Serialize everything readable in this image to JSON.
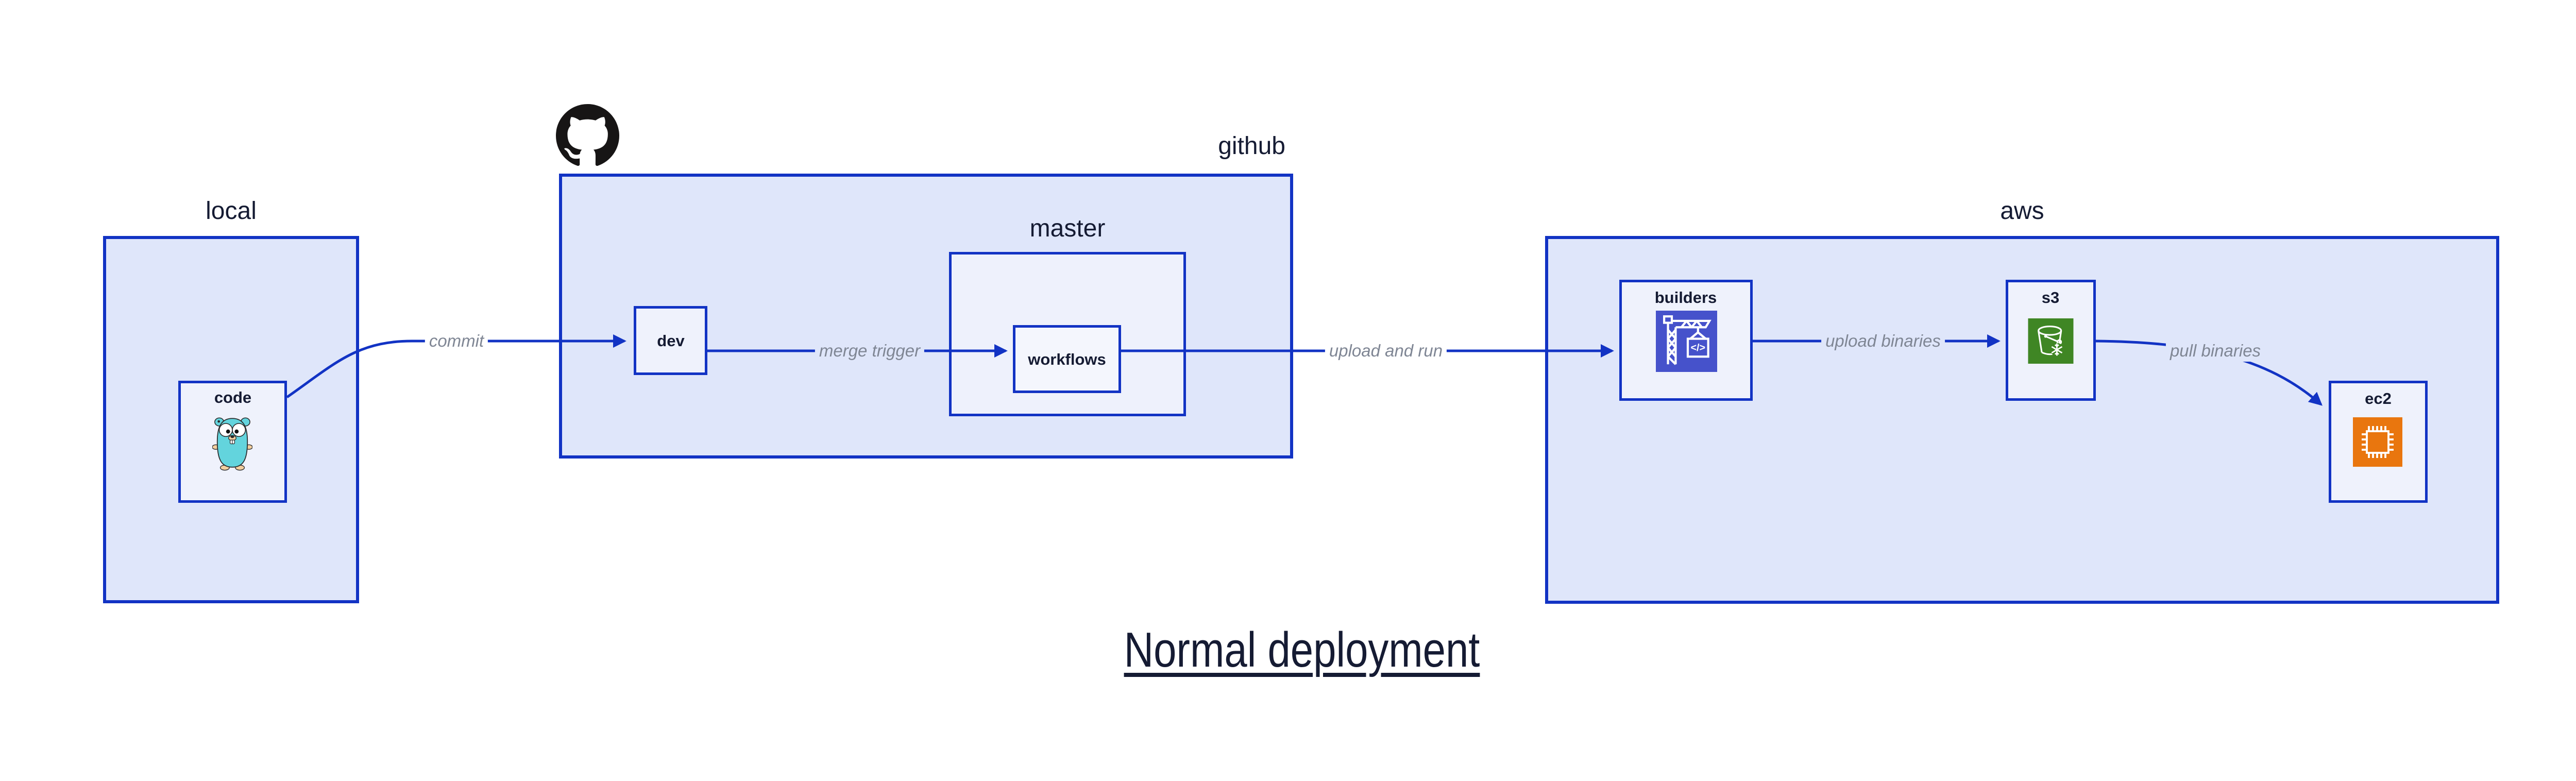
{
  "title": {
    "text": "Normal deployment"
  },
  "groups": {
    "local": {
      "label": "local"
    },
    "github": {
      "label": "github"
    },
    "master": {
      "label": "master"
    },
    "aws": {
      "label": "aws"
    }
  },
  "nodes": {
    "code": {
      "label": "code",
      "icon": "go-gopher-icon"
    },
    "dev": {
      "label": "dev"
    },
    "workflows": {
      "label": "workflows"
    },
    "builders": {
      "label": "builders",
      "icon": "aws-codebuild-icon"
    },
    "s3": {
      "label": "s3",
      "icon": "aws-s3-bucket-icon"
    },
    "ec2": {
      "label": "ec2",
      "icon": "aws-ec2-chip-icon"
    }
  },
  "edges": [
    {
      "id": "commit",
      "label": "commit",
      "from": "code",
      "to": "dev"
    },
    {
      "id": "merge-trigger",
      "label": "merge trigger",
      "from": "dev",
      "to": "workflows"
    },
    {
      "id": "upload-and-run",
      "label": "upload and run",
      "from": "workflows",
      "to": "builders"
    },
    {
      "id": "upload-binaries",
      "label": "upload binaries",
      "from": "builders",
      "to": "s3"
    },
    {
      "id": "pull-binaries",
      "label": "pull binaries",
      "from": "s3",
      "to": "ec2"
    }
  ],
  "decorations": {
    "logo": "github-octocat-icon"
  },
  "colors": {
    "stroke_blue": "#1233C4",
    "group_fill": "#DFE6FA",
    "node_fill": "#EFF2FC",
    "workflows_fill": "#F4F6FD",
    "edge_label_gray": "#7F8694",
    "text_navy": "#151B33",
    "codebuild_bg": "#4652CB",
    "s3_bg": "#3F8624",
    "ec2_bg": "#E9760E",
    "github_black": "#171515",
    "gopher_teal": "#63D4DD"
  }
}
